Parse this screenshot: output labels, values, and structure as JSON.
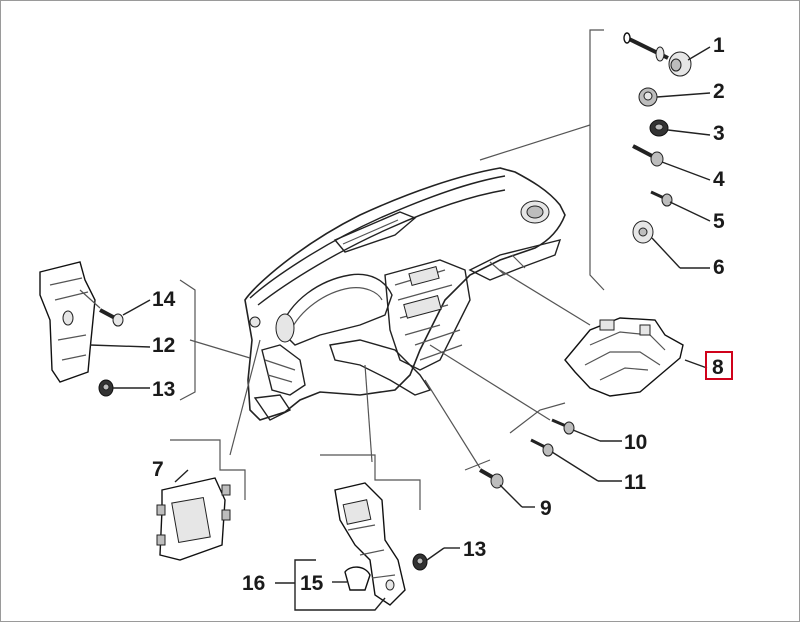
{
  "diagram": {
    "highlighted_label": "8",
    "labels": [
      {
        "id": "1",
        "text": "1"
      },
      {
        "id": "2",
        "text": "2"
      },
      {
        "id": "3",
        "text": "3"
      },
      {
        "id": "4",
        "text": "4"
      },
      {
        "id": "5",
        "text": "5"
      },
      {
        "id": "6",
        "text": "6"
      },
      {
        "id": "7",
        "text": "7"
      },
      {
        "id": "8",
        "text": "8"
      },
      {
        "id": "9",
        "text": "9"
      },
      {
        "id": "10",
        "text": "10"
      },
      {
        "id": "11",
        "text": "11"
      },
      {
        "id": "12",
        "text": "12"
      },
      {
        "id": "13a",
        "text": "13"
      },
      {
        "id": "13b",
        "text": "13"
      },
      {
        "id": "14",
        "text": "14"
      },
      {
        "id": "15",
        "text": "15"
      },
      {
        "id": "16",
        "text": "16"
      }
    ],
    "colors": {
      "highlight": "#d0021b",
      "line": "#222222"
    }
  }
}
